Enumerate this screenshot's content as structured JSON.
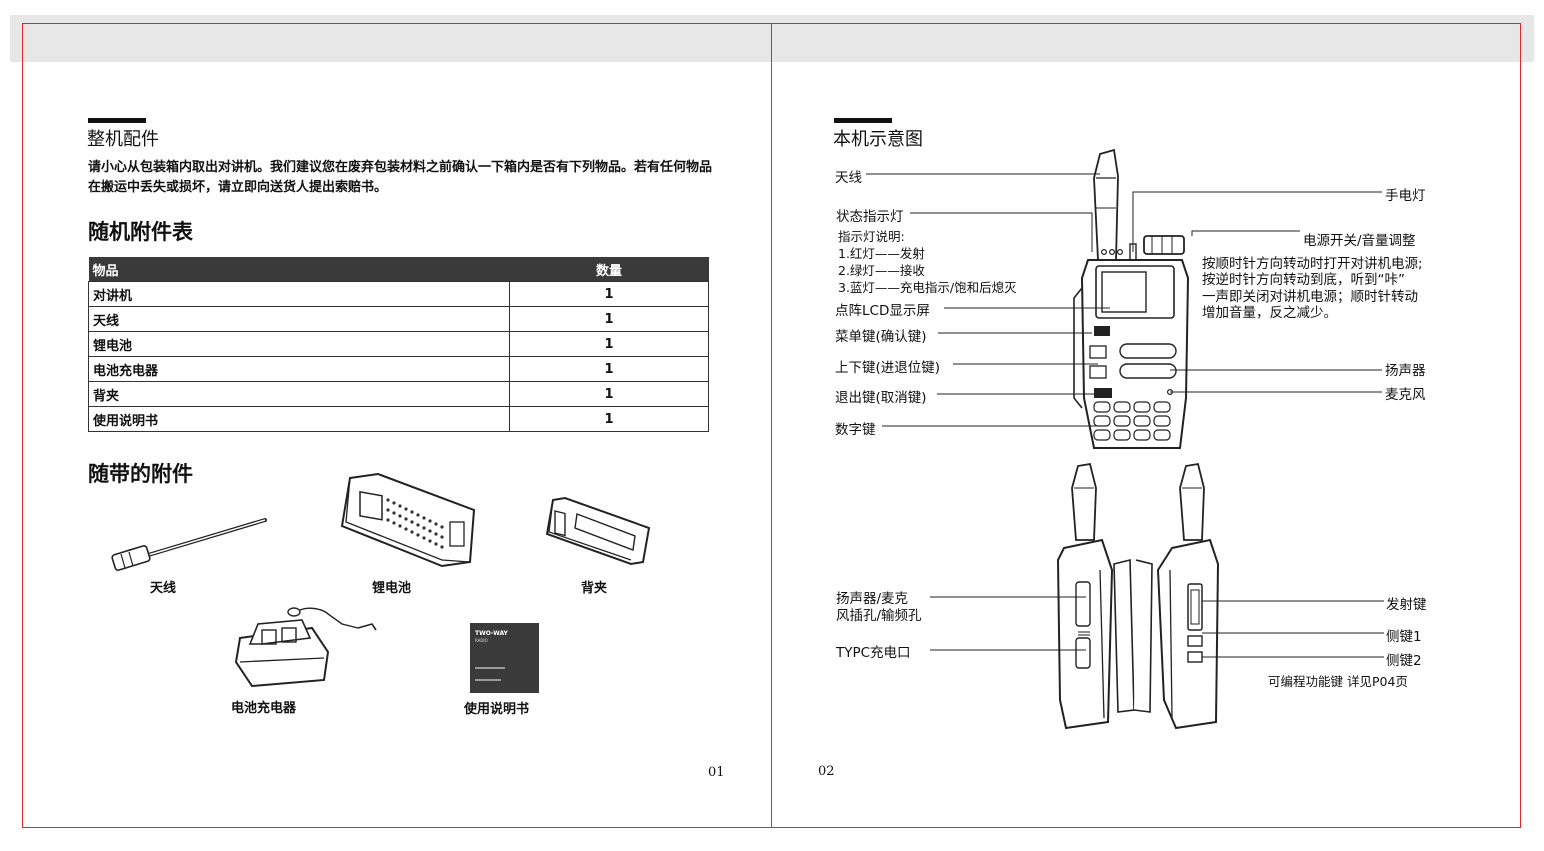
{
  "left": {
    "section_title": "整机配件",
    "intro": "请小心从包装箱内取出对讲机。我们建议您在废弃包装材料之前确认一下箱内是否有下列物品。若有任何物品在搬运中丢失或损坏，请立即向送货人提出索赔书。",
    "table_heading": "随机附件表",
    "table": {
      "headers": [
        "物品",
        "数量"
      ],
      "rows": [
        [
          "对讲机",
          "1"
        ],
        [
          "天线",
          "1"
        ],
        [
          "锂电池",
          "1"
        ],
        [
          "电池充电器",
          "1"
        ],
        [
          "背夹",
          "1"
        ],
        [
          "使用说明书",
          "1"
        ]
      ]
    },
    "included_heading": "随带的附件",
    "captions": {
      "antenna": "天线",
      "battery": "锂电池",
      "clip": "背夹",
      "charger": "电池充电器",
      "manual": "使用说明书"
    },
    "manual_cover": {
      "line1": "TWO-WAY",
      "line2": "RADIO"
    },
    "page_number": "01"
  },
  "right": {
    "section_title": "本机示意图",
    "labels": {
      "antenna": "天线",
      "status_led": "状态指示灯",
      "led_desc_title": "指示灯说明:",
      "led_red": "1.红灯——发射",
      "led_green": "2.绿灯——接收",
      "led_blue": "3.蓝灯——充电指示/饱和后熄灭",
      "lcd": "点阵LCD显示屏",
      "menu_key": "菜单键(确认键)",
      "updown_key": "上下键(进退位键)",
      "exit_key": "退出键(取消键)",
      "number_key": "数字键",
      "flashlight": "手电灯",
      "power_switch": "电源开关/音量调整",
      "power_desc": [
        "按顺时针方向转动时打开对讲机电源;",
        "按逆时针方向转动到底，听到“咔”",
        "一声即关闭对讲机电源；顺时针转动",
        "增加音量，反之减少。"
      ],
      "speaker": "扬声器",
      "mic": "麦克风",
      "spk_mic_jack_1": "扬声器/麦克",
      "spk_mic_jack_2": "风插孔/输频孔",
      "typec": "TYPC充电口",
      "ptt": "发射键",
      "side1": "侧键1",
      "side2": "侧键2",
      "programmable": "可编程功能键 详见P04页"
    },
    "page_number": "02"
  }
}
